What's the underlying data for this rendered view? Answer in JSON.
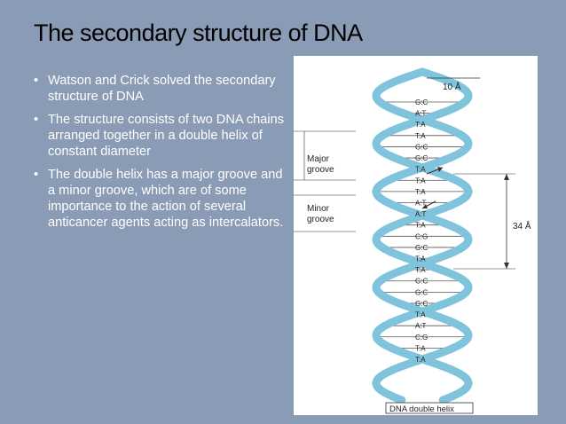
{
  "slide": {
    "title": "The secondary structure of DNA",
    "bullets": [
      "Watson and Crick solved the secondary structure of DNA",
      "The structure consists of two DNA chains arranged together in a double helix of constant diameter",
      "The double helix has a major groove and a minor groove, which are of some importance to the action of several anticancer agents acting as intercalators."
    ]
  },
  "figure": {
    "label_width": "10 Å",
    "label_height": "34 Å",
    "label_major": [
      "Major",
      "groove"
    ],
    "label_minor": [
      "Minor",
      "groove"
    ],
    "caption": "DNA double helix",
    "pairs": [
      "G:::C",
      "A=T",
      "T=A",
      "T=A",
      "G:::C",
      "G:::C",
      "T=A",
      "T=A",
      "T:::A",
      "A=T",
      "A=T",
      "T=A",
      "C:::G",
      "G:::C",
      "T=A",
      "T=A",
      "G:::C",
      "G:::C",
      "G:::C",
      "T=A",
      "A=T",
      "C:::G",
      "T=A",
      "T:::A"
    ]
  },
  "colors": {
    "background": "#8a9bb5",
    "strand": "#7fc3dc",
    "text": "#ffffff"
  }
}
